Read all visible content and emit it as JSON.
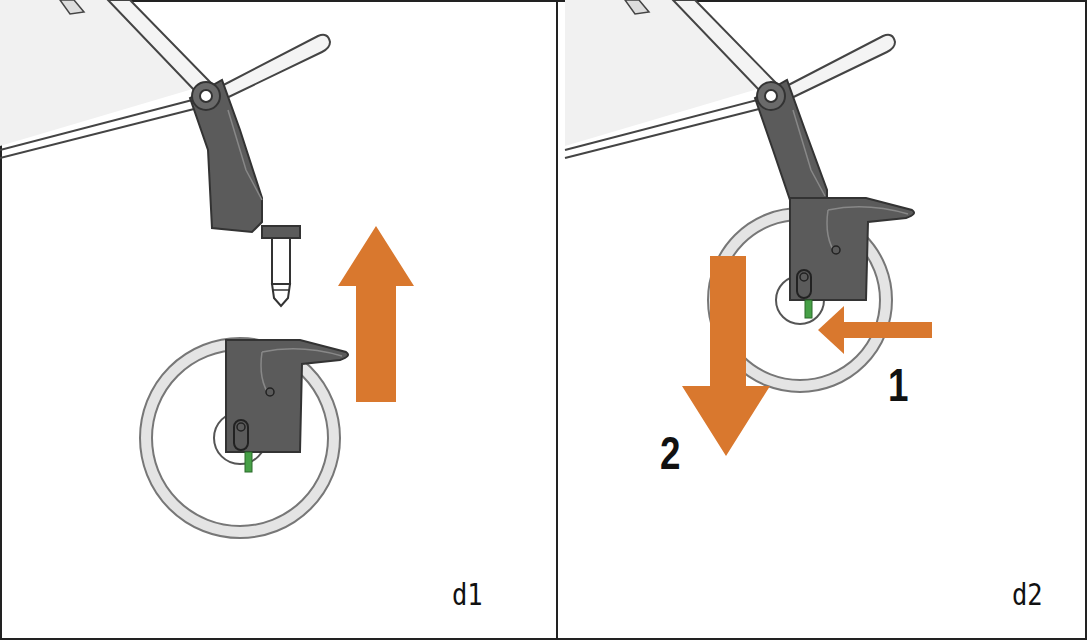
{
  "diagram": {
    "labels": [
      "d1",
      "1",
      "2",
      "d2"
    ]
  }
}
